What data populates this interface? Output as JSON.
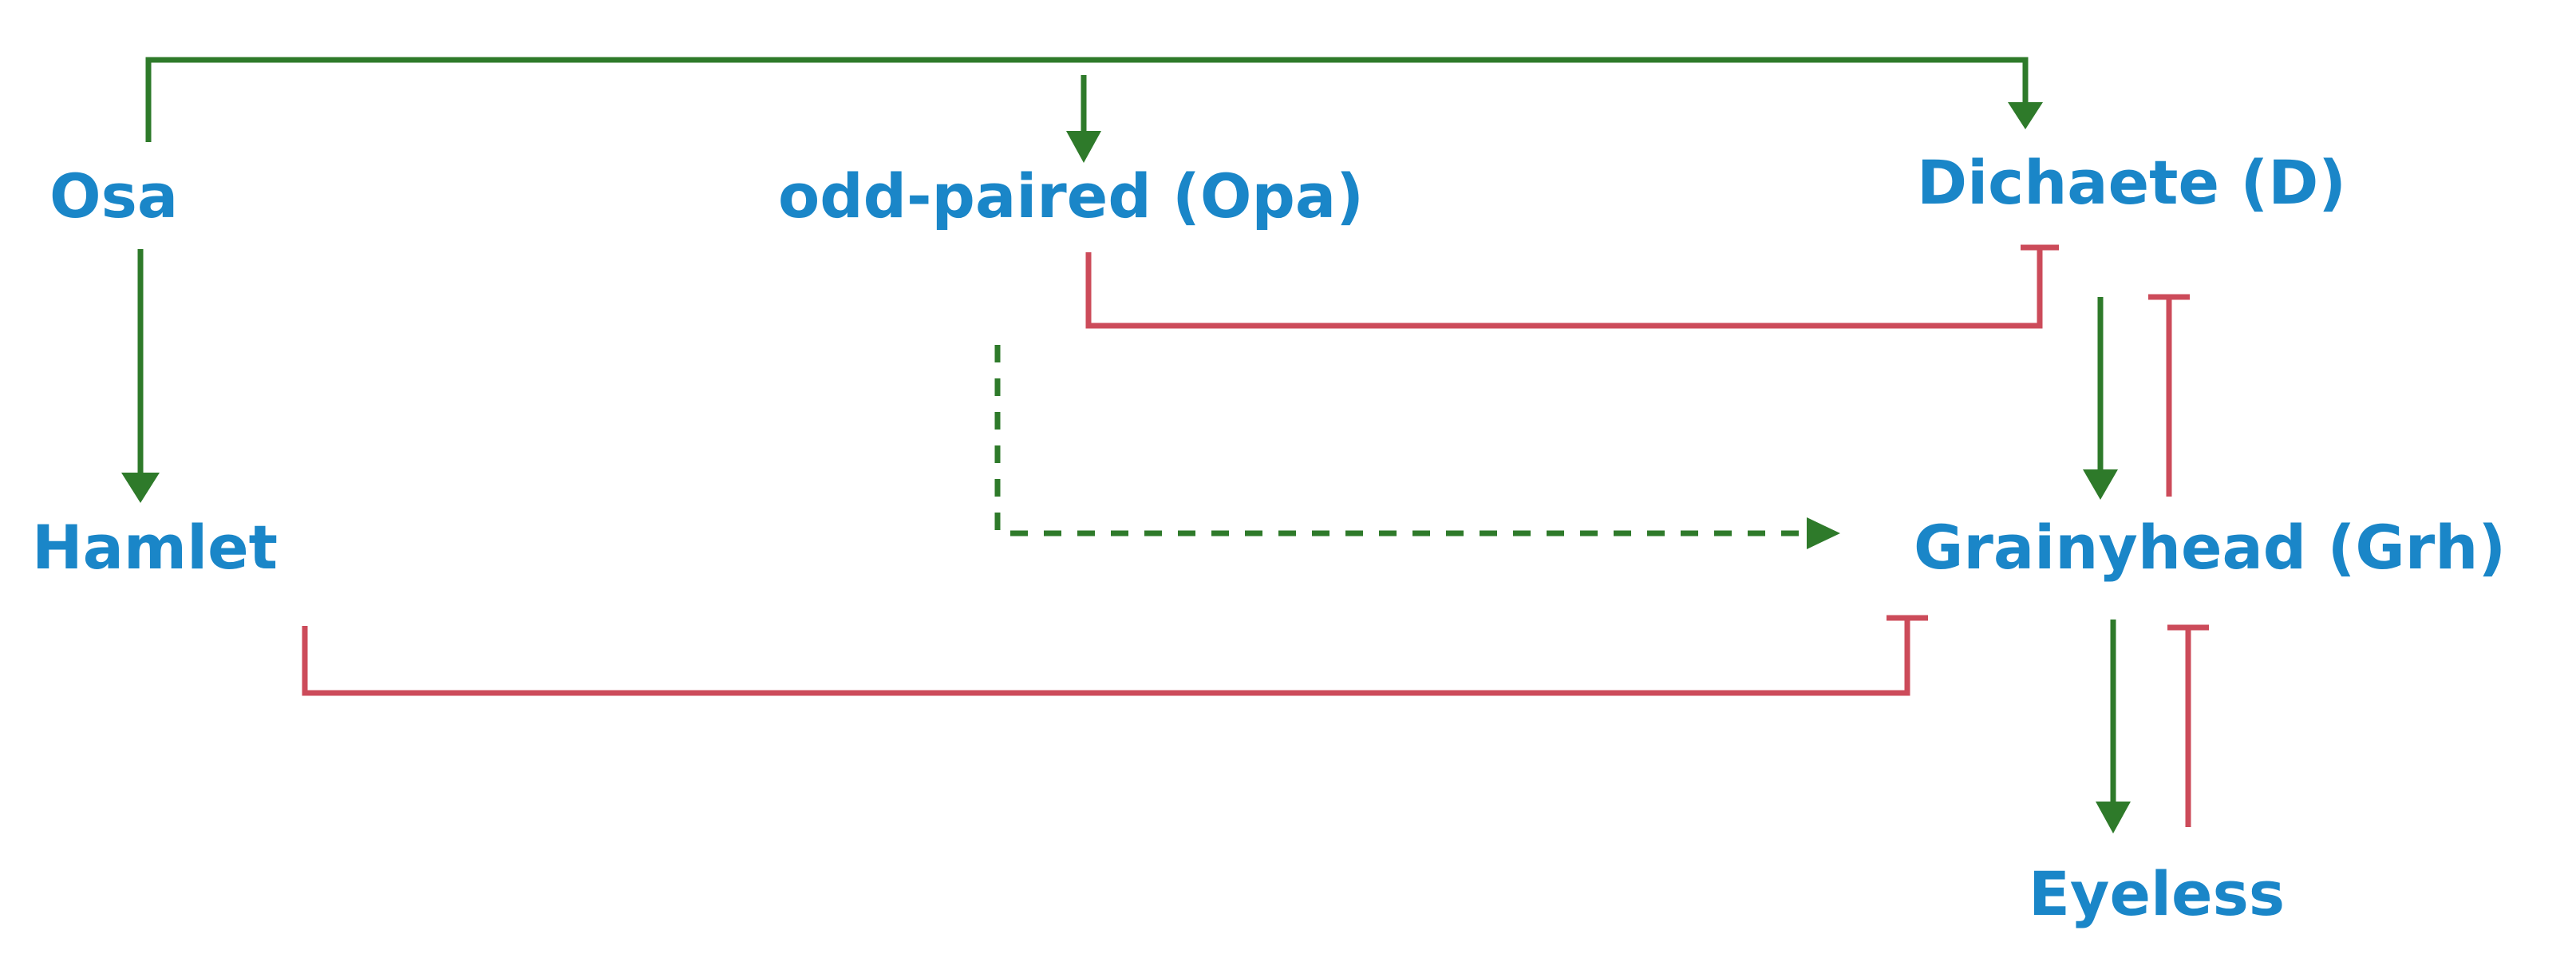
{
  "colors": {
    "node_text": "#1a86c8",
    "activation": "#2e7a2a",
    "repression": "#cc4b5a",
    "background": "#ffffff"
  },
  "nodes": {
    "osa": "Osa",
    "opa": "odd-paired (Opa)",
    "dichaete": "Dichaete (D)",
    "hamlet": "Hamlet",
    "grainyhead": "Grainyhead (Grh)",
    "eyeless": "Eyeless"
  },
  "edges": [
    {
      "from": "Osa",
      "to": "Dichaete (D)",
      "type": "activation"
    },
    {
      "from": "Osa",
      "to": "odd-paired (Opa)",
      "type": "activation"
    },
    {
      "from": "Osa",
      "to": "Hamlet",
      "type": "activation"
    },
    {
      "from": "odd-paired (Opa)",
      "to": "Dichaete (D)",
      "type": "repression"
    },
    {
      "from": "odd-paired (Opa)",
      "to": "Grainyhead (Grh)",
      "type": "activation",
      "style": "dashed"
    },
    {
      "from": "Dichaete (D)",
      "to": "Grainyhead (Grh)",
      "type": "activation"
    },
    {
      "from": "Grainyhead (Grh)",
      "to": "Dichaete (D)",
      "type": "repression"
    },
    {
      "from": "Hamlet",
      "to": "Grainyhead (Grh)",
      "type": "repression"
    },
    {
      "from": "Grainyhead (Grh)",
      "to": "Eyeless",
      "type": "activation"
    },
    {
      "from": "Eyeless",
      "to": "Grainyhead (Grh)",
      "type": "repression"
    }
  ]
}
